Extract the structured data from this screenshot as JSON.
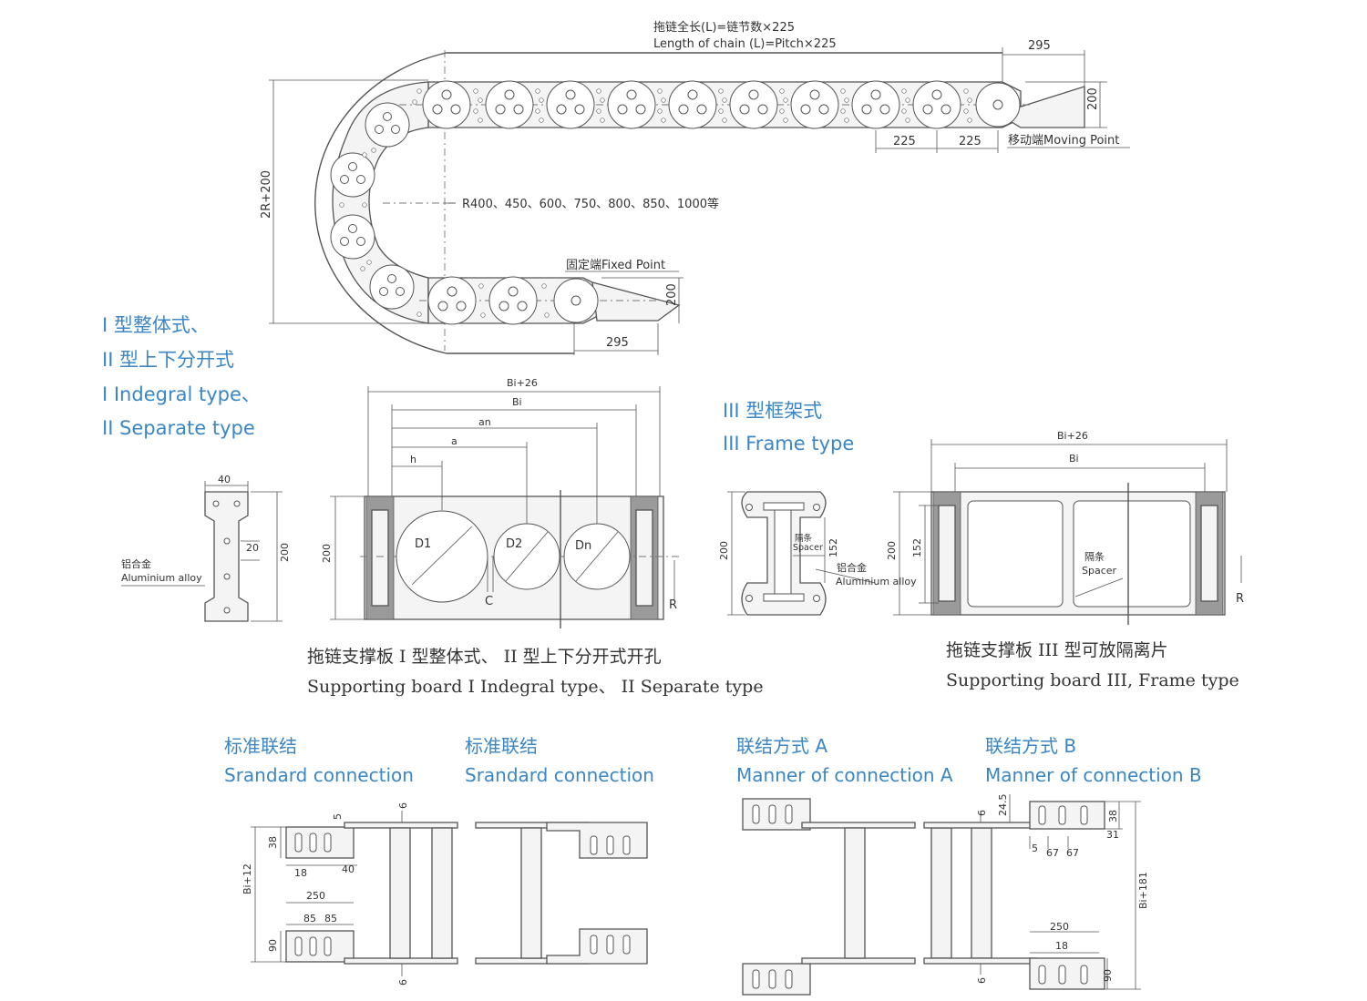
{
  "top": {
    "length_cn": "拖链全长(L)=链节数×225",
    "length_en": "Length of chain (L)=Pitch×225",
    "dim_295_top": "295",
    "dim_200_right": "200",
    "dim_225_a": "225",
    "dim_225_b": "225",
    "moving_point": "移动端Moving Point",
    "radius_list": "R400、450、600、750、800、850、1000等",
    "dim_2r": "2R+200",
    "fixed_point": "固定端Fixed Point",
    "dim_200_fixed": "200",
    "dim_295_bottom": "295"
  },
  "types_heading": {
    "line1": "I 型整体式、",
    "line2": "II 型上下分开式",
    "line3": "I Indegral type、",
    "line4": "II Separate type"
  },
  "board1": {
    "dim_40": "40",
    "dim_20": "20",
    "dim_200": "200",
    "alloy_cn": "铝合金",
    "alloy_en": "Aluminium alloy"
  },
  "board2": {
    "bi26": "Bi+26",
    "bi": "Bi",
    "an": "an",
    "a": "a",
    "h": "h",
    "dim_200": "200",
    "d1": "D1",
    "d2": "D2",
    "dn": "Dn",
    "c": "C",
    "r": "R",
    "caption_cn": "拖链支撑板 I 型整体式、 II 型上下分开式开孔",
    "caption_en": "Supporting board I Indegral type、 II Separate type"
  },
  "frame_heading": {
    "line1": "III 型框架式",
    "line2": "III Frame type"
  },
  "board3": {
    "spacer_cn": "隔条",
    "spacer_en": "Spacer",
    "dim_152": "152",
    "dim_200": "200",
    "alloy_cn": "铝合金",
    "alloy_en": "Aluminium alloy"
  },
  "board4": {
    "bi26": "Bi+26",
    "bi": "Bi",
    "dim_200": "200",
    "dim_152": "152",
    "spacer_cn": "隔条",
    "spacer_en": "Spacer",
    "r": "R",
    "caption_cn": "拖链支撑板 III 型可放隔离片",
    "caption_en": "Supporting board III, Frame type"
  },
  "connections": {
    "std1_cn": "标准联结",
    "std1_en": "Srandard connection",
    "std2_cn": "标准联结",
    "std2_en": "Srandard connection",
    "a_cn": "联结方式 A",
    "a_en": "Manner of connection A",
    "b_cn": "联结方式 B",
    "b_en": "Manner of connection B"
  },
  "std_dims": {
    "d5": "5",
    "d6_top": "6",
    "d38": "38",
    "d18": "18",
    "d40": "40",
    "bi12": "Bi+12",
    "d250": "250",
    "d85a": "85",
    "d85b": "85",
    "d90": "90",
    "d6_bottom": "6"
  },
  "b_dims": {
    "d6_top": "6",
    "d24_5": "24.5",
    "d38": "38",
    "d31": "31",
    "d5": "5",
    "d67a": "67",
    "d67b": "67",
    "bi181": "Bi+181",
    "d250": "250",
    "d18": "18",
    "d90": "90",
    "d6_bottom": "6"
  }
}
